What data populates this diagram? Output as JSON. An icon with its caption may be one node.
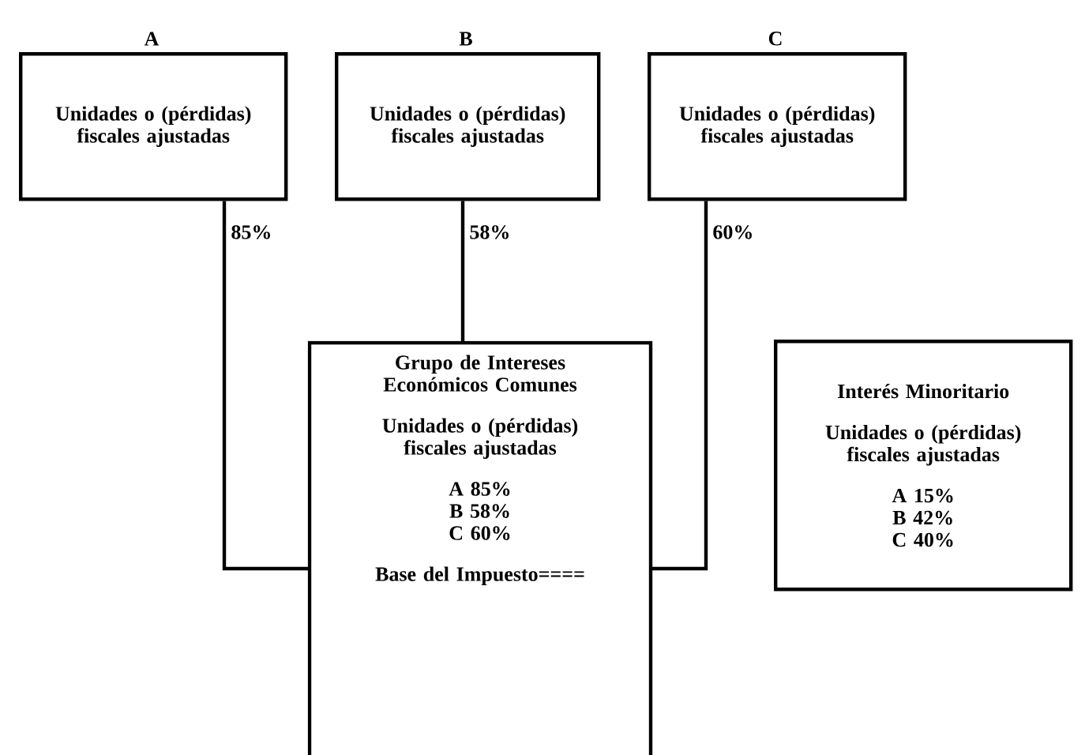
{
  "diagram": {
    "nodes": [
      {
        "text": [
          "A",
          "Unidades o (pérdidas) fiscales ajustadas"
        ]
      },
      {
        "text": [
          "B",
          "Unidades o (pérdidas) fiscales ajustadas"
        ]
      },
      {
        "text": [
          "C",
          "Unidades o (pérdidas) fiscales ajustadas"
        ]
      },
      {
        "text": [
          "Grupo de Intereses Económicos Comunes",
          "Unidades o (pérdidas) fiscales ajustadas",
          "A 85%",
          "B 58%",
          "C 60%",
          "Base del Impuesto===="
        ]
      },
      {
        "text": [
          "Interés Minoritario",
          "Unidades o (pérdidas) fiscales ajustadas",
          "A 15%",
          "B 42%",
          "C 40%"
        ]
      }
    ],
    "edges": [
      {
        "from": 0,
        "to": 3,
        "arrow": "none",
        "label": "85%"
      },
      {
        "from": 1,
        "to": 3,
        "arrow": "none",
        "label": "58%"
      },
      {
        "from": 2,
        "to": 3,
        "arrow": "none",
        "label": "60%"
      }
    ]
  }
}
